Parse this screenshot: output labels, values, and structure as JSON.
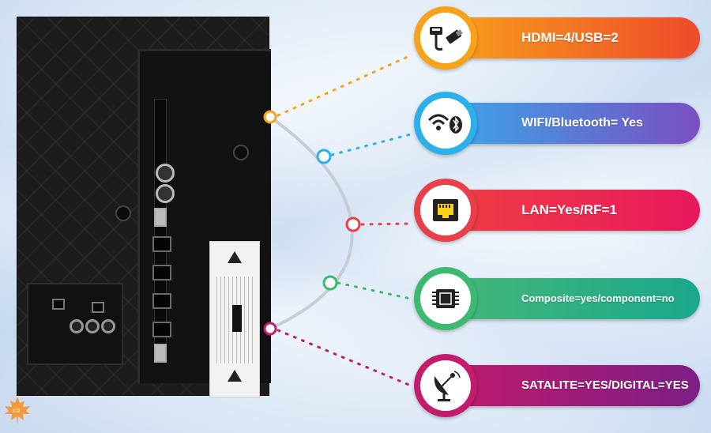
{
  "features": [
    {
      "label": "HDMI=4/USB=2",
      "icon": "hdmi-usb-icon",
      "color_from": "#f59a1c",
      "color_to": "#ee4a2a",
      "ring": "#f7a21a"
    },
    {
      "label": "WIFI/Bluetooth= Yes",
      "icon": "wifi-bluetooth-icon",
      "color_from": "#3aa6e8",
      "color_to": "#7a4fc2",
      "ring": "#2bb0ea"
    },
    {
      "label": "LAN=Yes/RF=1",
      "icon": "lan-port-icon",
      "color_from": "#ef3e42",
      "color_to": "#e8185d",
      "ring": "#e8404a"
    },
    {
      "label": "Composite=yes/component=no",
      "icon": "chip-icon",
      "color_from": "#45b778",
      "color_to": "#1aa88c",
      "ring": "#3db86f"
    },
    {
      "label": "SATALITE=YES/DIGITAL=YES",
      "icon": "satellite-dish-icon",
      "color_from": "#c01a6b",
      "color_to": "#7c1f86",
      "ring": "#c41c6c"
    }
  ],
  "logo": "maple-leaf-logo"
}
